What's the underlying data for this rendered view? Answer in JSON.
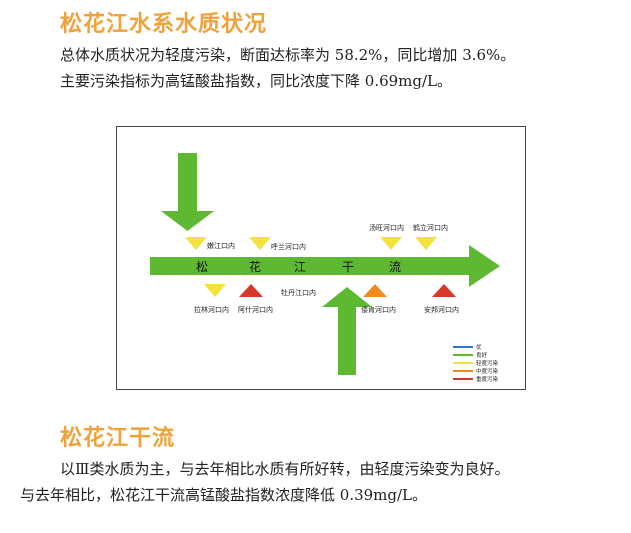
{
  "section1": {
    "title": "松花江水系水质状况",
    "line1": "总体水质状况为轻度污染，断面达标率为 58.2%，同比增加 3.6%。",
    "line2": "主要污染指标为高锰酸盐指数，同比浓度下降 0.69mg/L。"
  },
  "diagram": {
    "river_chars": [
      "松",
      "花",
      "江",
      "干",
      "流"
    ],
    "stations_top": [
      {
        "label": "嫩江口内",
        "status": "light"
      },
      {
        "label": "呼兰河口内",
        "status": "light"
      },
      {
        "label": "汤旺河口内",
        "status": "light"
      },
      {
        "label": "鹤立河口内",
        "status": "light"
      }
    ],
    "stations_bottom": [
      {
        "label": "拉林河口内",
        "status": "light"
      },
      {
        "label": "阿什河口内",
        "status": "heavy"
      },
      {
        "label": "牡丹江口内",
        "status": "good"
      },
      {
        "label": "倭肯河口内",
        "status": "moderate"
      },
      {
        "label": "安邦河口内",
        "status": "heavy"
      }
    ],
    "legend": [
      {
        "label": "优",
        "color": "#3b6fd8"
      },
      {
        "label": "良好",
        "color": "#5fb832"
      },
      {
        "label": "轻度污染",
        "color": "#f2e23b"
      },
      {
        "label": "中度污染",
        "color": "#f08a1e"
      },
      {
        "label": "重度污染",
        "color": "#d8372a"
      }
    ],
    "colors": {
      "river": "#5fb832",
      "light": "#f2e23b",
      "moderate": "#f08a1e",
      "heavy": "#d8372a",
      "good": "#5fb832"
    }
  },
  "section2": {
    "title": "松花江干流",
    "line1": "以Ⅲ类水质为主，与去年相比水质有所好转，由轻度污染变为良好。",
    "line2": "与去年相比，松花江干流高锰酸盐指数浓度降低 0.39mg/L。"
  }
}
